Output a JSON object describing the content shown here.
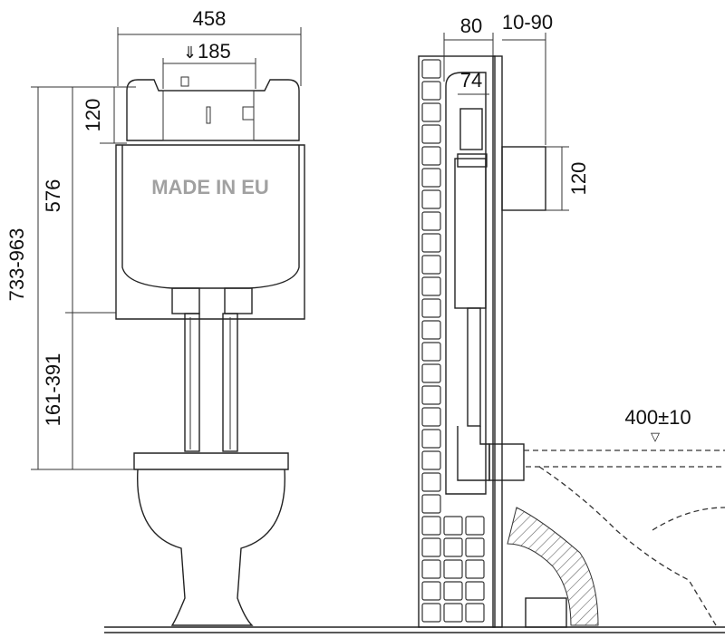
{
  "dimensions": {
    "tank_width": "458",
    "button_width": "185",
    "tank_top_height": "120",
    "tank_height": "576",
    "total_height": "733-963",
    "pipe_height": "161-391",
    "wall_depth": "80",
    "frame_offset": "10-90",
    "pipe_depth": "74",
    "plate_height": "120",
    "bowl_height": "400±10"
  },
  "labels": {
    "stamp": "MADE IN EU"
  },
  "colors": {
    "line": "#222222",
    "tile": "#ffffff",
    "wall": "#d9d9d9"
  }
}
